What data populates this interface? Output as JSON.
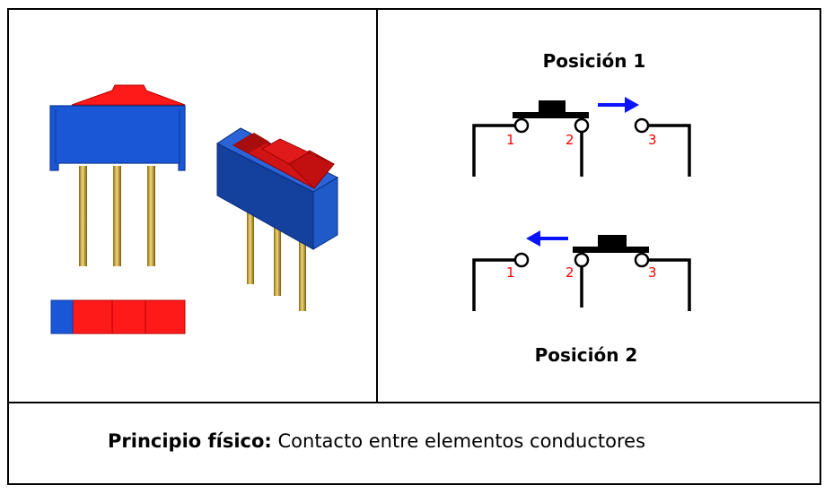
{
  "diagram": {
    "position_1_title": "Posición 1",
    "position_2_title": "Posición 2",
    "terminal_labels": [
      "1",
      "2",
      "3"
    ],
    "caption_bold": "Principio físico:",
    "caption_text": " Contacto entre elementos conductores"
  },
  "colors": {
    "switch_body": "#1a57d6",
    "slider": "#ff1a1a",
    "pins": "#c9a227",
    "arrow": "#0a14ff",
    "terminal_label": "#ff0000"
  },
  "icons": [
    "slide-switch-front-view",
    "slide-switch-3d-view",
    "slide-switch-top-view",
    "arrow-right-icon",
    "arrow-left-icon"
  ]
}
